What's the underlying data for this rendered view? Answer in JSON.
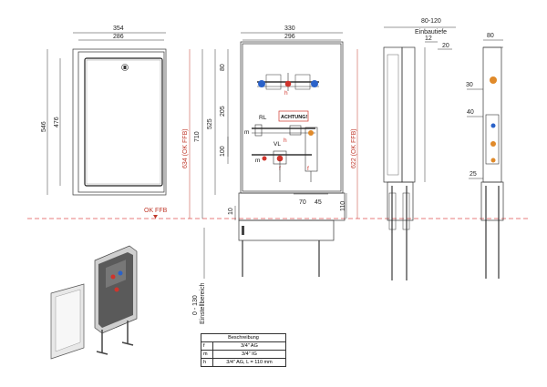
{
  "front_view": {
    "dims": {
      "outer_width": "354",
      "inner_width": "286",
      "outer_height": "546",
      "inner_height": "476"
    }
  },
  "main_view": {
    "dims": {
      "top_outer": "330",
      "top_inner": "296",
      "v80": "80",
      "v205": "205",
      "v525": "525",
      "v710": "710",
      "v634": "634 (OK FFB)",
      "v622": "622 (OK FFB)",
      "v100": "100",
      "v10": "10",
      "v110": "110",
      "v70": "70",
      "v45": "45",
      "v0_130": "0 - 130",
      "einstellbereich": "Einstellbereich"
    },
    "labels": {
      "rl": "RL",
      "vl": "VL",
      "m": "m",
      "h": "h",
      "f": "f",
      "achtung": "ACHTUNG!",
      "h2": "h",
      "f2": "f"
    }
  },
  "ok_ffb": "OK FFB",
  "side_view": {
    "dims": {
      "depth_range": "80-120",
      "einbautiefe": "Einbautiefe",
      "d12": "12",
      "d20": "20"
    }
  },
  "right_view": {
    "dims": {
      "d80": "80",
      "d30": "30",
      "d40": "40",
      "d25": "25"
    }
  },
  "legend": {
    "title": "Beschreibung",
    "rows": [
      {
        "key": "f",
        "value": "3/4\" AG"
      },
      {
        "key": "m",
        "value": "3/4\" IG"
      },
      {
        "key": "h",
        "value": "3/4\" AG, L = 110 mm"
      }
    ]
  },
  "colors": {
    "ffb_line": "#e05050",
    "valve_blue": "#2a62c9",
    "valve_red": "#d0342c",
    "dim_red": "#c0392b"
  }
}
